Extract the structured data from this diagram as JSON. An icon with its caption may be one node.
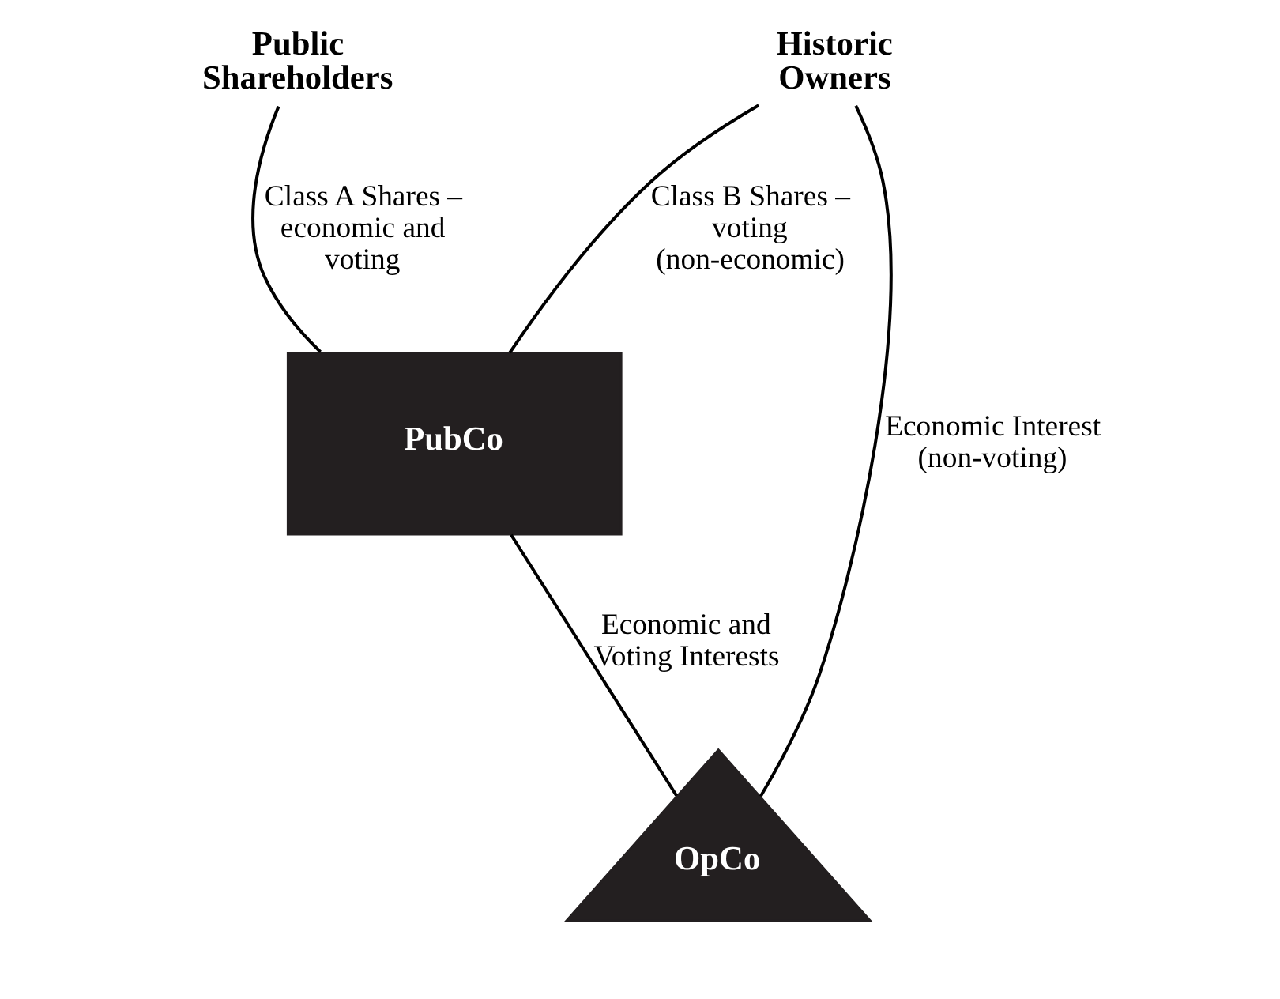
{
  "diagram": {
    "nodes": [
      {
        "text": [
          "Public Shareholders"
        ]
      },
      {
        "text": [
          "Historic Owners"
        ]
      },
      {
        "text": [
          "PubCo"
        ]
      },
      {
        "text": [
          "OpCo"
        ]
      }
    ],
    "edges": [
      {
        "from": 0,
        "to": 2,
        "arrow": "none",
        "label": "Class A Shares – economic and voting"
      },
      {
        "from": 1,
        "to": 2,
        "arrow": "none",
        "label": "Class B Shares – voting (non-economic)"
      },
      {
        "from": 1,
        "to": 3,
        "arrow": "none",
        "label": "Economic Interest (non-voting)"
      },
      {
        "from": 2,
        "to": 3,
        "arrow": "none",
        "label": "Economic and Voting Interests"
      }
    ]
  }
}
